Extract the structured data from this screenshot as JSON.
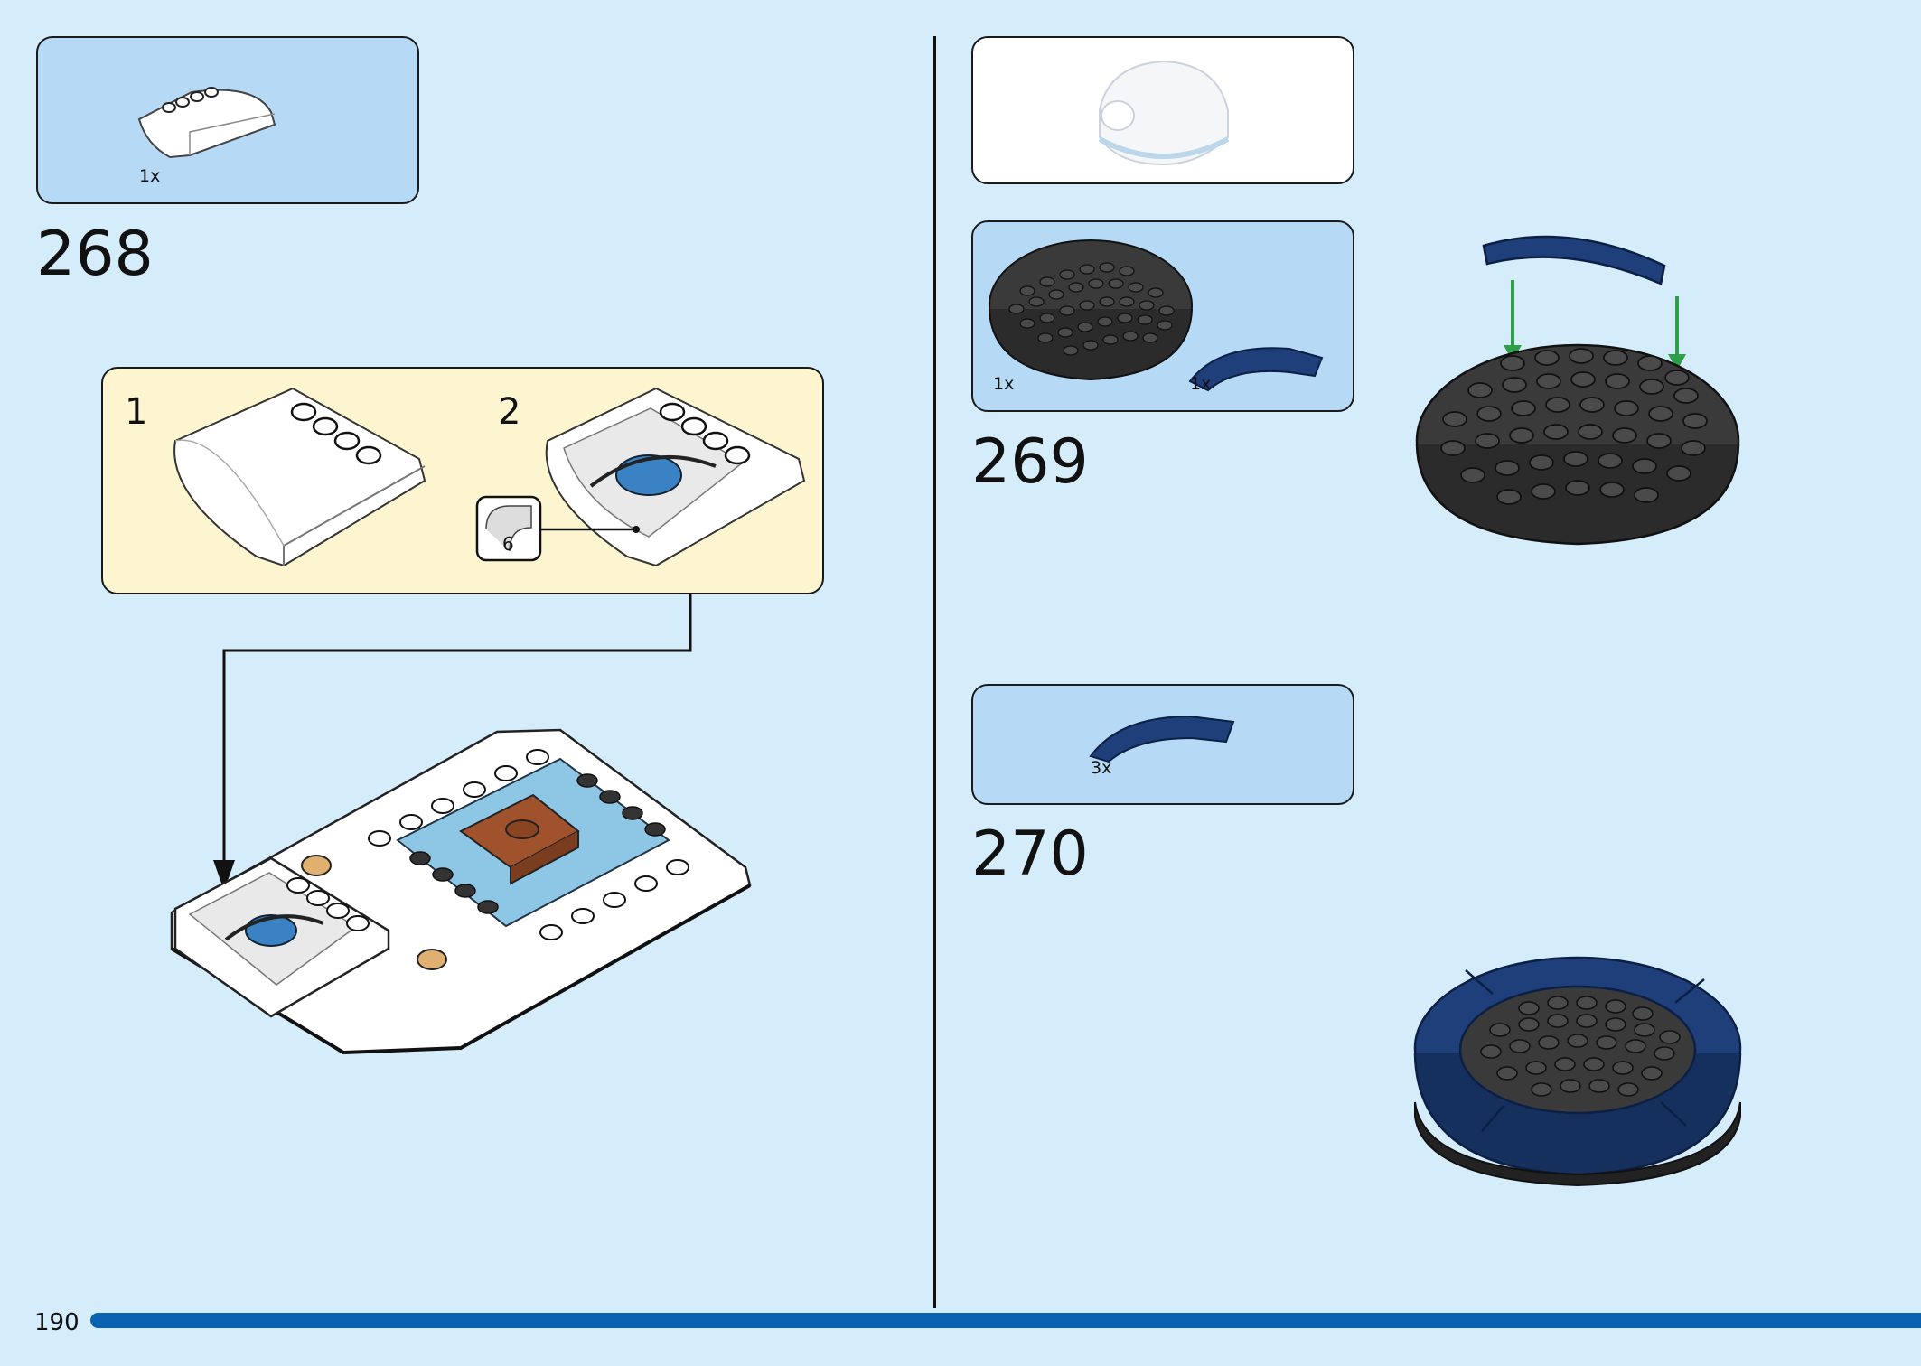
{
  "page": {
    "number": "190"
  },
  "steps": [
    {
      "number": "268",
      "parts": [
        {
          "qty": "1x",
          "piece": "white-curved-wedge-icon"
        }
      ],
      "substeps": [
        {
          "number": "1"
        },
        {
          "number": "2",
          "sticker": "6"
        }
      ]
    },
    {
      "number": "269",
      "parts": [
        {
          "qty": "1x",
          "piece": "black-round-plate-icon"
        },
        {
          "qty": "1x",
          "piece": "blue-curved-tile-icon"
        }
      ]
    },
    {
      "number": "270",
      "parts": [
        {
          "qty": "3x",
          "piece": "blue-curved-tile-icon"
        }
      ]
    }
  ],
  "colors": {
    "background": "#d5ecfb",
    "parts_box": "#b6d9f6",
    "substep_box": "#fdf5d0",
    "progress": "#0a63b0",
    "arrow": "#2e9e4a"
  }
}
